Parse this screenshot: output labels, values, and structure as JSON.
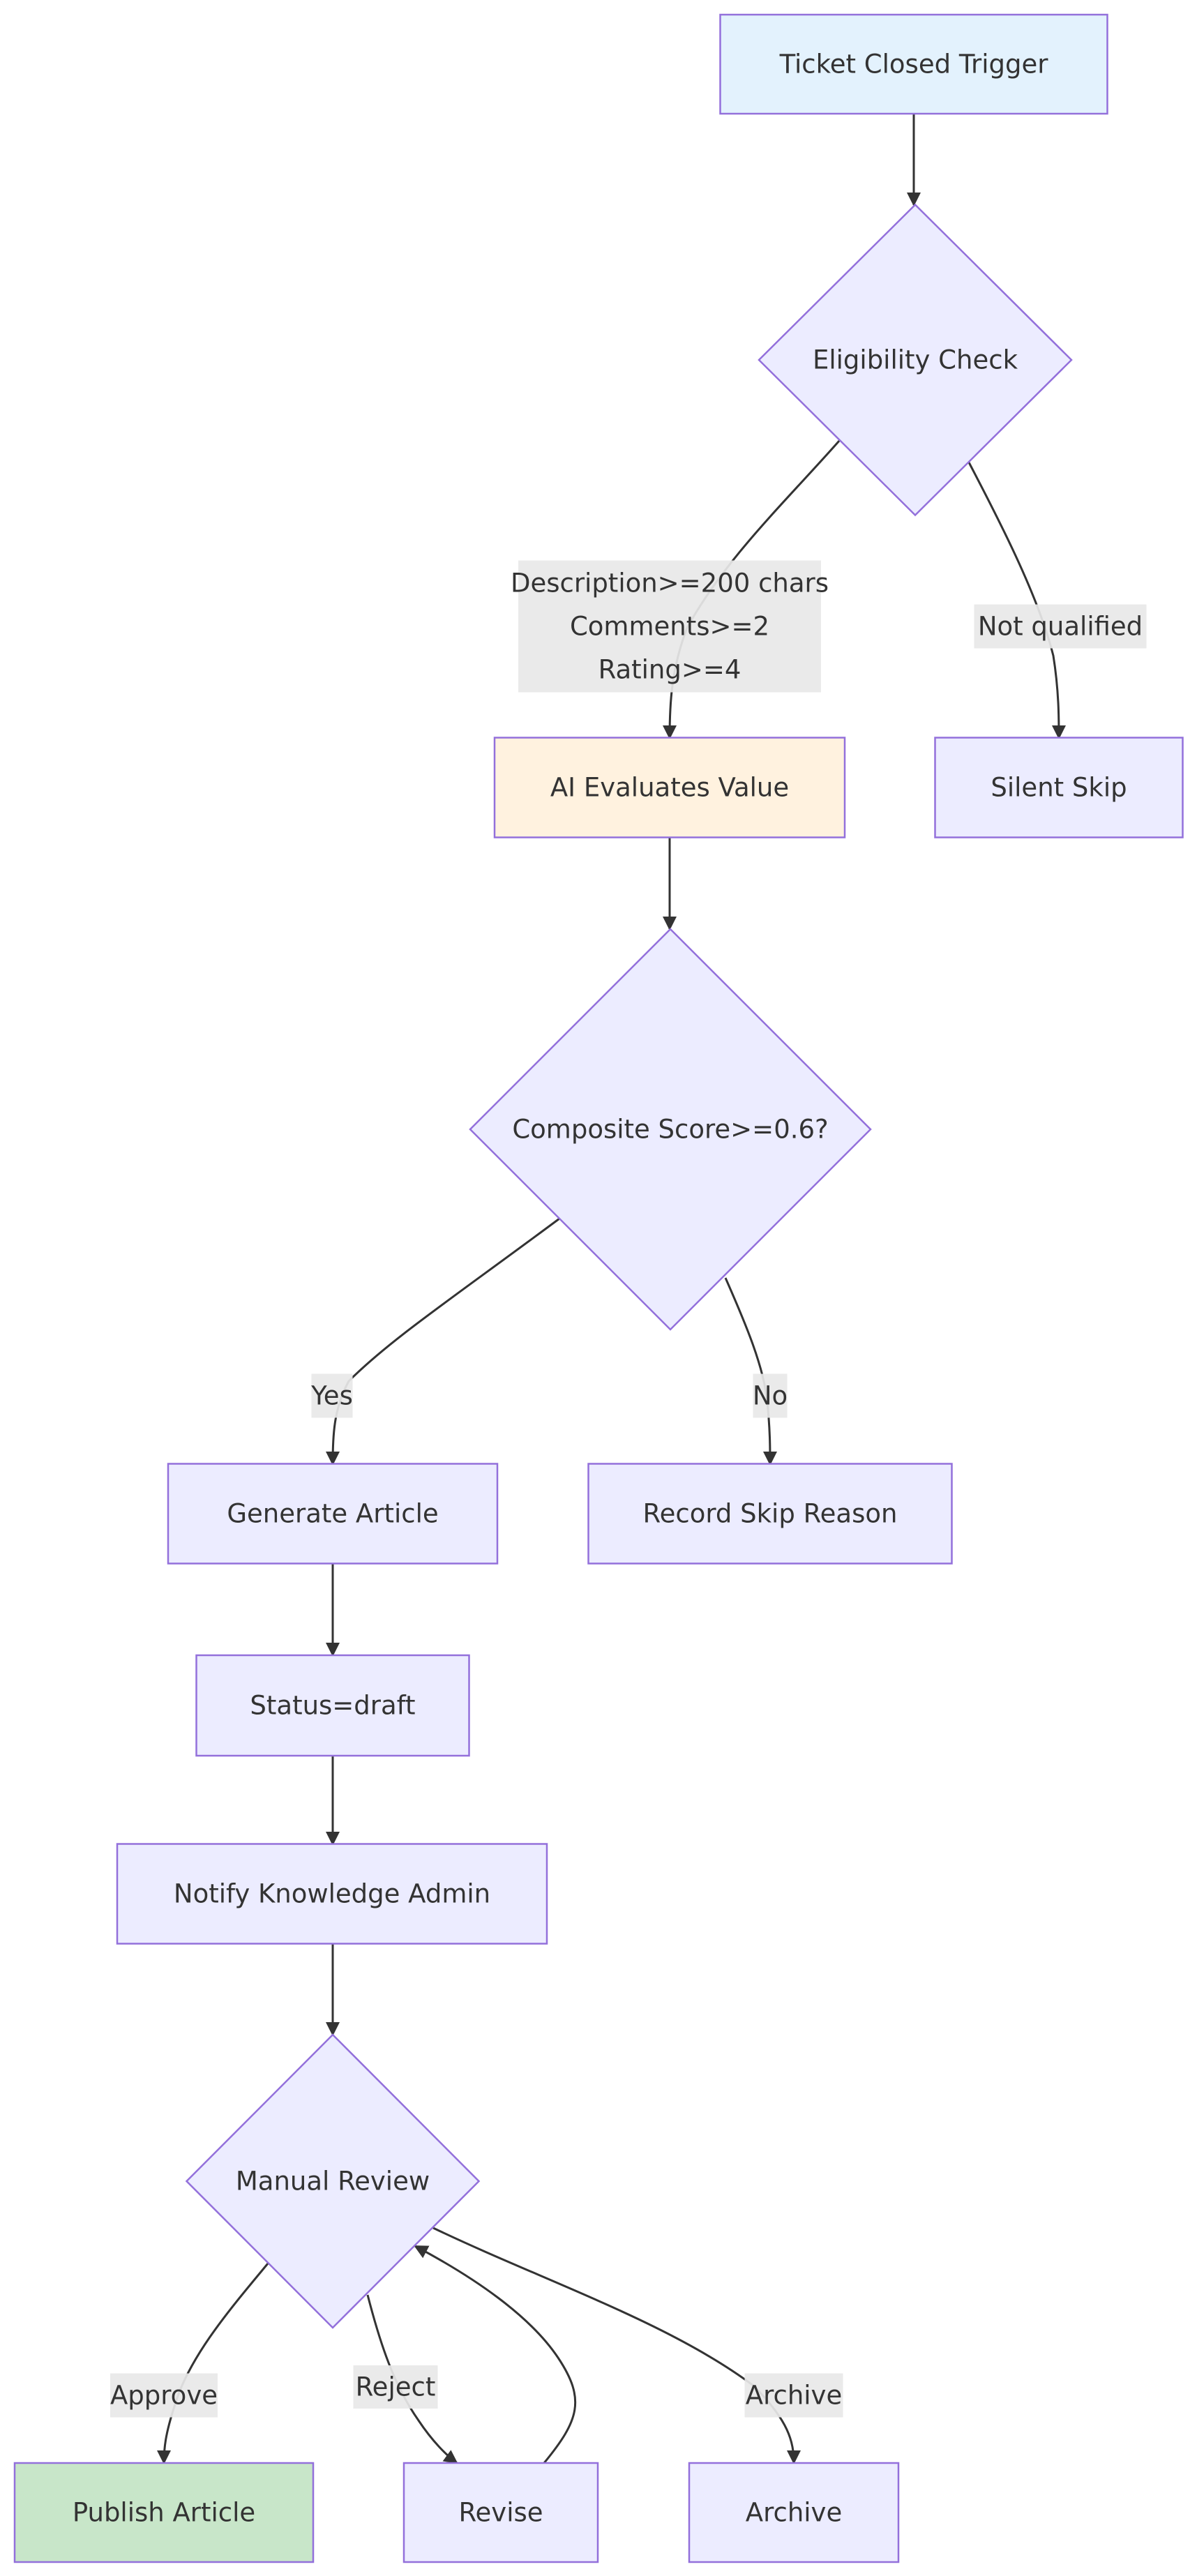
{
  "diagram": {
    "type": "flowchart",
    "direction": "top-down",
    "colors": {
      "default_fill": "#ECECFF",
      "border": "#9370DB",
      "trigger_fill": "#E3F2FD",
      "ai_fill": "#FFF2DF",
      "publish_fill": "#C8E6C9",
      "edge": "#333333",
      "label_bg": "#E8E8E8",
      "text": "#333333"
    },
    "nodes": [
      {
        "id": "trigger",
        "label": "Ticket Closed Trigger",
        "shape": "rect",
        "style": "trigger"
      },
      {
        "id": "eligibility",
        "label": "Eligibility Check",
        "shape": "diamond",
        "style": "default"
      },
      {
        "id": "ai_eval",
        "label": "AI Evaluates Value",
        "shape": "rect",
        "style": "ai"
      },
      {
        "id": "silent_skip",
        "label": "Silent Skip",
        "shape": "rect",
        "style": "default"
      },
      {
        "id": "composite",
        "label": "Composite Score>=0.6?",
        "shape": "diamond",
        "style": "default"
      },
      {
        "id": "generate",
        "label": "Generate Article",
        "shape": "rect",
        "style": "default"
      },
      {
        "id": "record_skip",
        "label": "Record Skip Reason",
        "shape": "rect",
        "style": "default"
      },
      {
        "id": "draft",
        "label": "Status=draft",
        "shape": "rect",
        "style": "default"
      },
      {
        "id": "notify",
        "label": "Notify Knowledge Admin",
        "shape": "rect",
        "style": "default"
      },
      {
        "id": "review",
        "label": "Manual Review",
        "shape": "diamond",
        "style": "default"
      },
      {
        "id": "publish",
        "label": "Publish Article",
        "shape": "rect",
        "style": "publish"
      },
      {
        "id": "revise",
        "label": "Revise",
        "shape": "rect",
        "style": "default"
      },
      {
        "id": "archive",
        "label": "Archive",
        "shape": "rect",
        "style": "default"
      }
    ],
    "edges": [
      {
        "from": "trigger",
        "to": "eligibility",
        "label": []
      },
      {
        "from": "eligibility",
        "to": "ai_eval",
        "label": [
          "Description>=200 chars",
          "Comments>=2",
          "Rating>=4"
        ]
      },
      {
        "from": "eligibility",
        "to": "silent_skip",
        "label": [
          "Not qualified"
        ]
      },
      {
        "from": "ai_eval",
        "to": "composite",
        "label": []
      },
      {
        "from": "composite",
        "to": "generate",
        "label": [
          "Yes"
        ]
      },
      {
        "from": "composite",
        "to": "record_skip",
        "label": [
          "No"
        ]
      },
      {
        "from": "generate",
        "to": "draft",
        "label": []
      },
      {
        "from": "draft",
        "to": "notify",
        "label": []
      },
      {
        "from": "notify",
        "to": "review",
        "label": []
      },
      {
        "from": "review",
        "to": "publish",
        "label": [
          "Approve"
        ]
      },
      {
        "from": "review",
        "to": "revise",
        "label": [
          "Reject"
        ]
      },
      {
        "from": "revise",
        "to": "review",
        "label": []
      },
      {
        "from": "review",
        "to": "archive",
        "label": [
          "Archive"
        ]
      }
    ]
  }
}
